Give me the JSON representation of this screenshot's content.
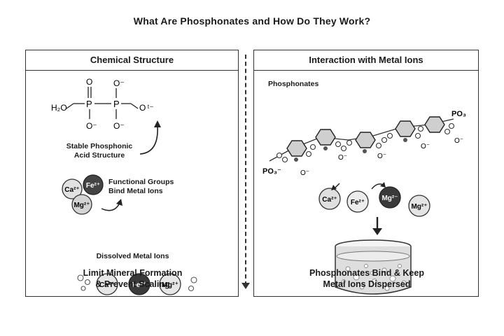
{
  "title": "What Are Phosphonates and How Do They Work?",
  "left_panel": {
    "header": "Chemical Structure",
    "formula": {
      "h2o": "H₂O",
      "p": "P",
      "o": "O",
      "o_minus": "O⁻",
      "tail": "O ᵗ⁻"
    },
    "structure_label_1": "Stable Phosphonic",
    "structure_label_2": "Acid Structure",
    "functional_label_1": "Functional Groups",
    "functional_label_2": "Bind Metal Ions",
    "ions_cluster": [
      "Ca²⁺",
      "Fe²⁺",
      "Mg²⁺"
    ],
    "ions_row": [
      "Ca²⁺",
      "Fe²⁺",
      "Mg²⁺"
    ],
    "dissolved_label": "Dissolved Metal Ions",
    "footer_1": "Limit Mineral Formation",
    "footer_2": "& Prevent Scaling"
  },
  "right_panel": {
    "header": "Interaction with Metal Ions",
    "phosphonates_label": "Phosphonates",
    "po3_right": "PO₃",
    "po3_left": "PO₃⁻",
    "o_minus": "O⁻",
    "ions": [
      "Ca²⁺",
      "Fe²⁺",
      "Mg²⁻",
      "Mg²⁺"
    ],
    "footer_1": "Phosphonates Bind & Keep",
    "footer_2": "Metal Ions Dispersed"
  }
}
